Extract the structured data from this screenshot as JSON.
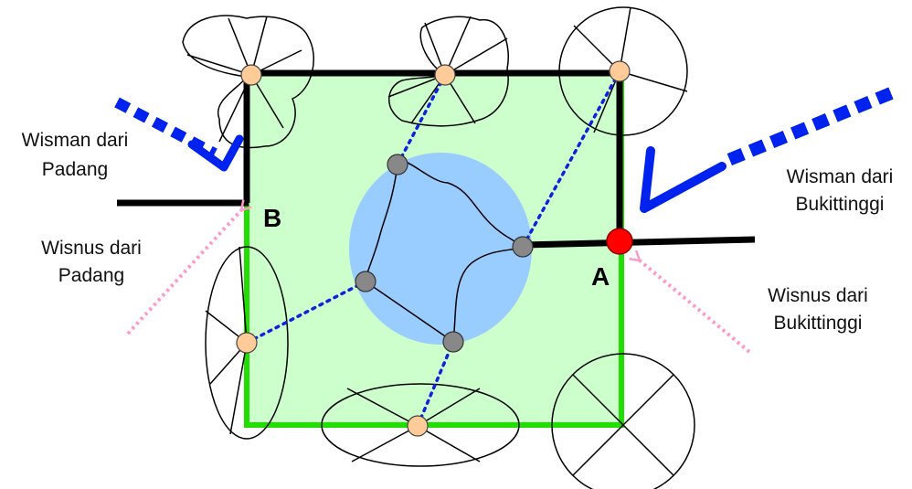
{
  "labels": {
    "wisman_padang": [
      "Wisman dari",
      "Padang"
    ],
    "wisnus_padang": [
      "Wisnus dari",
      "Padang"
    ],
    "wisman_bukittinggi": [
      "Wisman dari",
      "Bukittinggi"
    ],
    "wisnus_bukittinggi": [
      "Wisnus dari",
      "Bukittinggi"
    ],
    "gate_a": "A",
    "gate_b": "B"
  },
  "colors": {
    "area_fill": "#ccffcc",
    "area_border": "#22dd00",
    "road": "#000000",
    "core_zone": "#99ccff",
    "wisman_route": "#0022ee",
    "wisnus_route": "#ff99cc",
    "link_path": "#1122dd",
    "attraction_node": "#ffcc99",
    "inner_node": "#888888",
    "gate_node": "#ff0000"
  }
}
